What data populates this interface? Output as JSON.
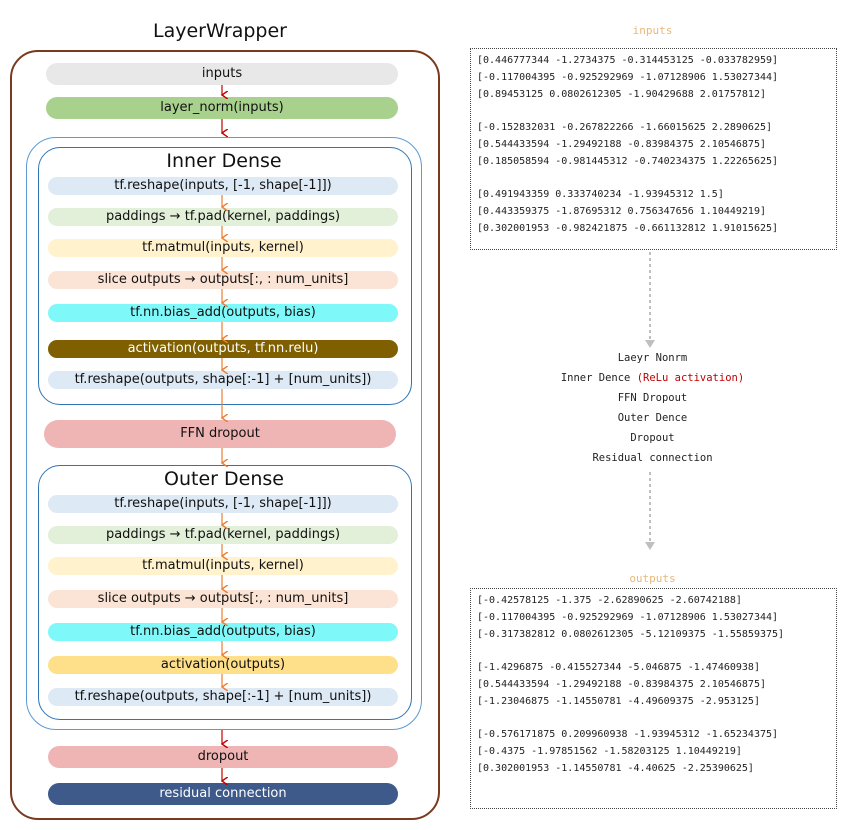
{
  "title": "LayerWrapper",
  "top_blocks": [
    {
      "label": "inputs",
      "color": "#e8e8e8"
    },
    {
      "label": "layer_norm(inputs)",
      "color": "#a9d18e"
    }
  ],
  "inner_dense": {
    "title": "Inner Dense",
    "steps": [
      {
        "label": "tf.reshape(inputs, [-1, shape[-1]])",
        "color": "#dde9f5",
        "text_color": "#111"
      },
      {
        "label": "paddings →  tf.pad(kernel, paddings)",
        "color": "#e2efd9",
        "text_color": "#111"
      },
      {
        "label": "tf.matmul(inputs, kernel)",
        "color": "#fff2cc",
        "text_color": "#111"
      },
      {
        "label": "slice outputs → outputs[:, : num_units]",
        "color": "#fbe4d5",
        "text_color": "#111"
      },
      {
        "label": "tf.nn.bias_add(outputs, bias)",
        "color": "#7ff8fa",
        "text_color": "#111"
      },
      {
        "label": "activation(outputs, tf.nn.relu)",
        "color": "#7f5f00",
        "text_color": "#ffffff"
      },
      {
        "label": "tf.reshape(outputs, shape[:-1] + [num_units])",
        "color": "#dde9f5",
        "text_color": "#111"
      }
    ]
  },
  "ffn_dropout": {
    "label": "FFN dropout",
    "color": "#efb5b5"
  },
  "outer_dense": {
    "title": "Outer Dense",
    "steps": [
      {
        "label": "tf.reshape(inputs, [-1, shape[-1]])",
        "color": "#dde9f5",
        "text_color": "#111"
      },
      {
        "label": "paddings →  tf.pad(kernel, paddings)",
        "color": "#e2efd9",
        "text_color": "#111"
      },
      {
        "label": "tf.matmul(inputs, kernel)",
        "color": "#fff2cc",
        "text_color": "#111"
      },
      {
        "label": "slice outputs → outputs[:, : num_units]",
        "color": "#fbe4d5",
        "text_color": "#111"
      },
      {
        "label": "tf.nn.bias_add(outputs, bias)",
        "color": "#7ff8fa",
        "text_color": "#111"
      },
      {
        "label": "activation(outputs)",
        "color": "#ffe08a",
        "text_color": "#111"
      },
      {
        "label": "tf.reshape(outputs, shape[:-1] + [num_units])",
        "color": "#dde9f5",
        "text_color": "#111"
      }
    ]
  },
  "bottom_blocks": [
    {
      "label": "dropout",
      "color": "#efb5b5",
      "text_color": "#111"
    },
    {
      "label": "residual connection",
      "color": "#3d5a8a",
      "text_color": "#ffffff"
    }
  ],
  "inputs_panel": {
    "label": "inputs",
    "lines": [
      "[0.446777344 -1.2734375 -0.314453125 -0.033782959]",
      "[-0.117004395 -0.925292969 -1.07128906 1.53027344]",
      "[0.89453125 0.0802612305 -1.90429688 2.01757812]",
      "",
      "[-0.152832031 -0.267822266 -1.66015625 2.2890625]",
      "[0.544433594 -1.29492188 -0.83984375 2.10546875]",
      "[0.185058594 -0.981445312 -0.740234375 1.22265625]",
      "",
      "[0.491943359 0.333740234 -1.93945312 1.5]",
      "[0.443359375 -1.87695312 0.756347656 1.10449219]",
      "[0.302001953 -0.982421875 -0.661132812 1.91015625]"
    ]
  },
  "pipeline": {
    "line1": "Laeyr Nonrm",
    "line2_prefix": "Inner Dence ",
    "line2_highlight": "(ReLu activation)",
    "line3": "FFN Dropout",
    "line4": "Outer Dence",
    "line5": "Dropout",
    "line6": "Residual connection"
  },
  "outputs_panel": {
    "label": "outputs",
    "lines": [
      "[-0.42578125 -1.375 -2.62890625 -2.60742188]",
      "[-0.117004395 -0.925292969 -1.07128906 1.53027344]",
      "[-0.317382812 0.0802612305 -5.12109375 -1.55859375]",
      "",
      "[-1.4296875 -0.415527344 -5.046875 -1.47460938]",
      "[0.544433594 -1.29492188 -0.83984375 2.10546875]",
      "[-1.23046875 -1.14550781 -4.49609375 -2.953125]",
      "",
      "[-0.576171875 0.209960938 -1.93945312 -1.65234375]",
      "[-0.4375 -1.97851562 -1.58203125 1.10449219]",
      "[0.302001953 -1.14550781 -4.40625 -2.25390625]"
    ]
  },
  "colors": {
    "frame": "#7a3a1e",
    "blue_border": "#2f75b5",
    "red_arrow": "#c00000",
    "orange_arrow": "#ed7d31",
    "gray_arrow": "#bfbfbf"
  }
}
